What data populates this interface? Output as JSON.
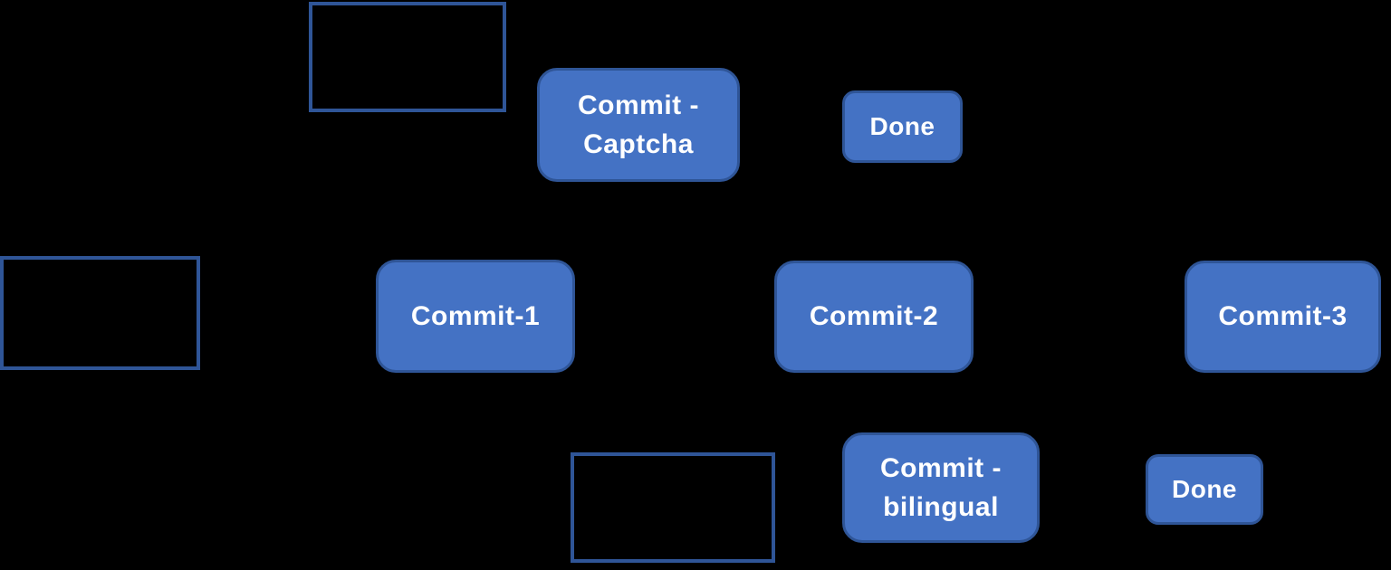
{
  "diagram": {
    "background_color": "#000000",
    "node_fill_color": "#4472C4",
    "node_border_color": "#2F5597",
    "outline_border_color": "#2F5597",
    "text_color": "#FFFFFF",
    "nodes": {
      "commit_captcha": {
        "label": "Commit -\nCaptcha"
      },
      "done_top": {
        "label": "Done"
      },
      "commit_1": {
        "label": "Commit-1"
      },
      "commit_2": {
        "label": "Commit-2"
      },
      "commit_3": {
        "label": "Commit-3"
      },
      "commit_bilingual": {
        "label": "Commit -\nbilingual"
      },
      "done_bottom": {
        "label": "Done"
      }
    },
    "placeholders": {
      "top": "empty outlined rectangle",
      "left": "empty outlined rectangle",
      "bottom": "empty outlined rectangle"
    }
  }
}
